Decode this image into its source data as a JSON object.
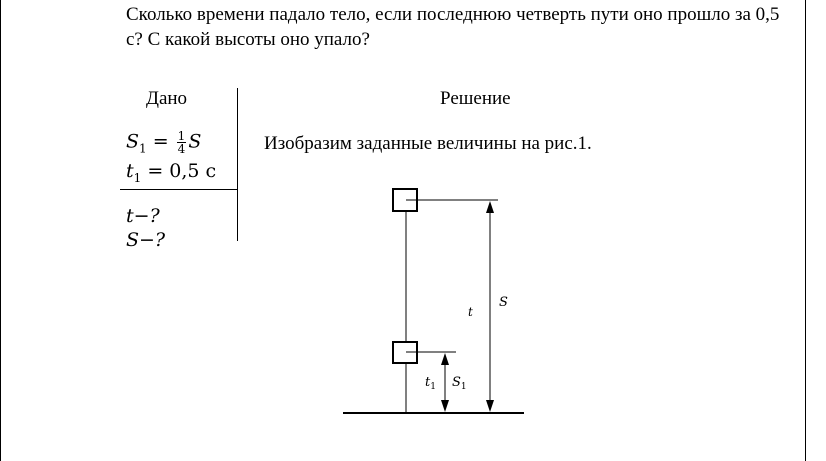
{
  "problem": {
    "text": "Сколько времени падало тело, если последнюю четверть пути оно прошло за 0,5 с? С какой высоты оно упало?"
  },
  "given": {
    "header": "Дано",
    "s1_lhs": "S",
    "s1_sub": "1",
    "s1_eq": " = ",
    "s1_num": "1",
    "s1_den": "4",
    "s1_rhs": "S",
    "t1_lhs": "t",
    "t1_sub": "1",
    "t1_rest": " = 0,5 с",
    "find_t": "t−?",
    "find_s": "S−?"
  },
  "solution": {
    "header": "Решение",
    "text": "Изобразим заданные величины на рис.1."
  },
  "figure": {
    "label_t": "t",
    "label_s": "S",
    "label_t1": "t",
    "label_t1_sub": "1",
    "label_s1": "S",
    "label_s1_sub": "1"
  }
}
